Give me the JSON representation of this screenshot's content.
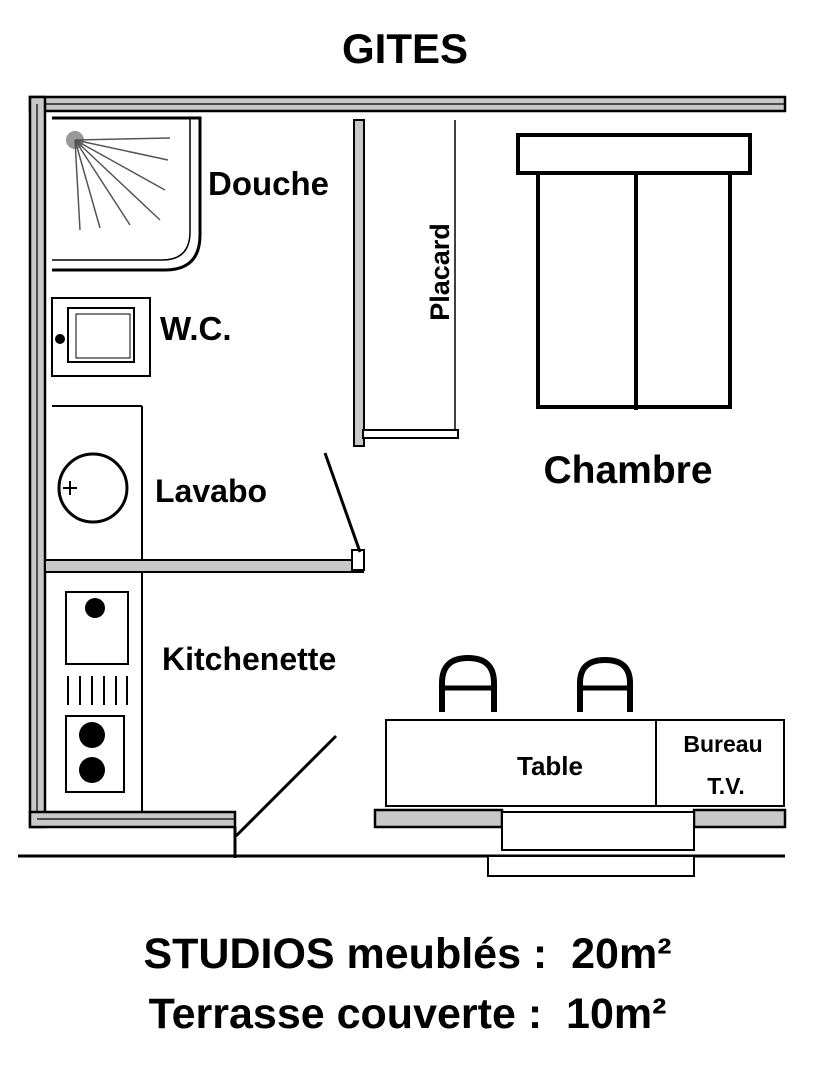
{
  "title": "GITES",
  "rooms": {
    "douche": "Douche",
    "wc": "W.C.",
    "placard": "Placard",
    "lavabo": "Lavabo",
    "kitchenette": "Kitchenette",
    "chambre": "Chambre",
    "table": "Table",
    "bureau": "Bureau",
    "tv": "T.V."
  },
  "footer": {
    "line1": "STUDIOS meublés :  20m²",
    "line2": "Terrasse couverte :  10m²"
  }
}
